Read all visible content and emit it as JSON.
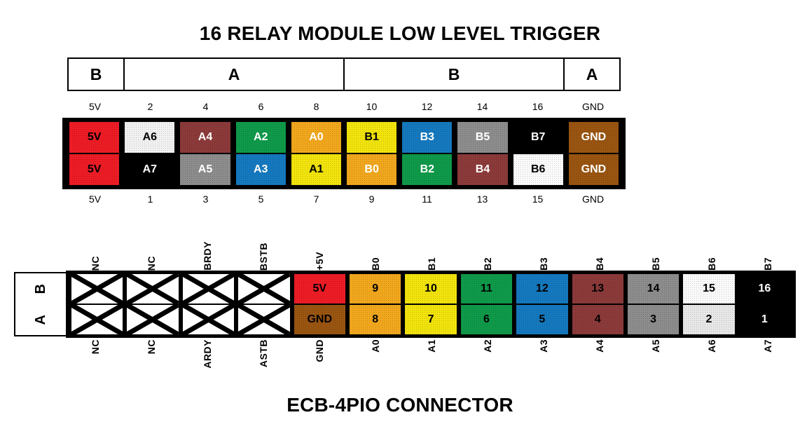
{
  "titles": {
    "top": "16 RELAY MODULE LOW LEVEL TRIGGER",
    "bottom": "ECB-4PIO CONNECTOR"
  },
  "relay_module": {
    "header_groups": [
      {
        "label": "B",
        "span": 1
      },
      {
        "label": "A",
        "span": 4
      },
      {
        "label": "B",
        "span": 4
      },
      {
        "label": "A",
        "span": 1
      }
    ],
    "pins_even": [
      "5V",
      "2",
      "4",
      "6",
      "8",
      "10",
      "12",
      "14",
      "16",
      "GND"
    ],
    "pins_odd": [
      "5V",
      "1",
      "3",
      "5",
      "7",
      "9",
      "11",
      "13",
      "15",
      "GND"
    ],
    "row_top": [
      {
        "label": "5V",
        "bg": "#ee1c25",
        "fg": "#000000"
      },
      {
        "label": "A6",
        "bg": "#f2f2f2",
        "fg": "#000000"
      },
      {
        "label": "A4",
        "bg": "#8c3a3a",
        "fg": "#ffffff"
      },
      {
        "label": "A2",
        "bg": "#0f9a4a",
        "fg": "#ffffff"
      },
      {
        "label": "A0",
        "bg": "#f2a81d",
        "fg": "#ffffff"
      },
      {
        "label": "B1",
        "bg": "#f2e40c",
        "fg": "#000000"
      },
      {
        "label": "B3",
        "bg": "#1579bf",
        "fg": "#ffffff"
      },
      {
        "label": "B5",
        "bg": "#8d8d8d",
        "fg": "#ffffff"
      },
      {
        "label": "B7",
        "bg": "#000000",
        "fg": "#ffffff"
      },
      {
        "label": "GND",
        "bg": "#9a5511",
        "fg": "#ffffff"
      }
    ],
    "row_bottom": [
      {
        "label": "5V",
        "bg": "#ee1c25",
        "fg": "#000000"
      },
      {
        "label": "A7",
        "bg": "#000000",
        "fg": "#ffffff"
      },
      {
        "label": "A5",
        "bg": "#8d8d8d",
        "fg": "#ffffff"
      },
      {
        "label": "A3",
        "bg": "#1579bf",
        "fg": "#ffffff"
      },
      {
        "label": "A1",
        "bg": "#f2e40c",
        "fg": "#000000"
      },
      {
        "label": "B0",
        "bg": "#f2a81d",
        "fg": "#ffffff"
      },
      {
        "label": "B2",
        "bg": "#0f9a4a",
        "fg": "#ffffff"
      },
      {
        "label": "B4",
        "bg": "#8c3a3a",
        "fg": "#ffffff"
      },
      {
        "label": "B6",
        "bg": "#fbfbfb",
        "fg": "#000000"
      },
      {
        "label": "GND",
        "bg": "#9a5511",
        "fg": "#ffffff"
      }
    ]
  },
  "connector": {
    "side_labels": {
      "top": "B",
      "bottom": "A"
    },
    "labels_top": [
      "NC",
      "NC",
      "BRDY",
      "BSTB",
      "+5V",
      "B0",
      "B1",
      "B2",
      "B3",
      "B4",
      "B5",
      "B6",
      "B7"
    ],
    "labels_bottom": [
      "NC",
      "NC",
      "ARDY",
      "ASTB",
      "GND",
      "A0",
      "A1",
      "A2",
      "A3",
      "A4",
      "A5",
      "A6",
      "A7"
    ],
    "row_top": [
      {
        "label": "",
        "type": "x"
      },
      {
        "label": "",
        "type": "x"
      },
      {
        "label": "",
        "type": "x"
      },
      {
        "label": "",
        "type": "x"
      },
      {
        "label": "5V",
        "type": "cell",
        "bg": "#ee1c25",
        "fg": "#000000"
      },
      {
        "label": "9",
        "type": "cell",
        "bg": "#f2a81d",
        "fg": "#000000"
      },
      {
        "label": "10",
        "type": "cell",
        "bg": "#f2e40c",
        "fg": "#000000"
      },
      {
        "label": "11",
        "type": "cell",
        "bg": "#0f9a4a",
        "fg": "#000000"
      },
      {
        "label": "12",
        "type": "cell",
        "bg": "#1579bf",
        "fg": "#000000"
      },
      {
        "label": "13",
        "type": "cell",
        "bg": "#8c3a3a",
        "fg": "#000000"
      },
      {
        "label": "14",
        "type": "cell",
        "bg": "#8d8d8d",
        "fg": "#000000"
      },
      {
        "label": "15",
        "type": "cell",
        "bg": "#fbfbfb",
        "fg": "#000000"
      },
      {
        "label": "16",
        "type": "cell",
        "bg": "#000000",
        "fg": "#ffffff"
      }
    ],
    "row_bottom": [
      {
        "label": "",
        "type": "x"
      },
      {
        "label": "",
        "type": "x"
      },
      {
        "label": "",
        "type": "x"
      },
      {
        "label": "",
        "type": "x"
      },
      {
        "label": "GND",
        "type": "cell",
        "bg": "#9a5511",
        "fg": "#000000"
      },
      {
        "label": "8",
        "type": "cell",
        "bg": "#f2a81d",
        "fg": "#000000"
      },
      {
        "label": "7",
        "type": "cell",
        "bg": "#f2e40c",
        "fg": "#000000"
      },
      {
        "label": "6",
        "type": "cell",
        "bg": "#0f9a4a",
        "fg": "#000000"
      },
      {
        "label": "5",
        "type": "cell",
        "bg": "#1579bf",
        "fg": "#000000"
      },
      {
        "label": "4",
        "type": "cell",
        "bg": "#8c3a3a",
        "fg": "#000000"
      },
      {
        "label": "3",
        "type": "cell",
        "bg": "#8d8d8d",
        "fg": "#000000"
      },
      {
        "label": "2",
        "type": "cell",
        "bg": "#e8e8e8",
        "fg": "#000000"
      },
      {
        "label": "1",
        "type": "cell",
        "bg": "#000000",
        "fg": "#ffffff"
      }
    ]
  }
}
